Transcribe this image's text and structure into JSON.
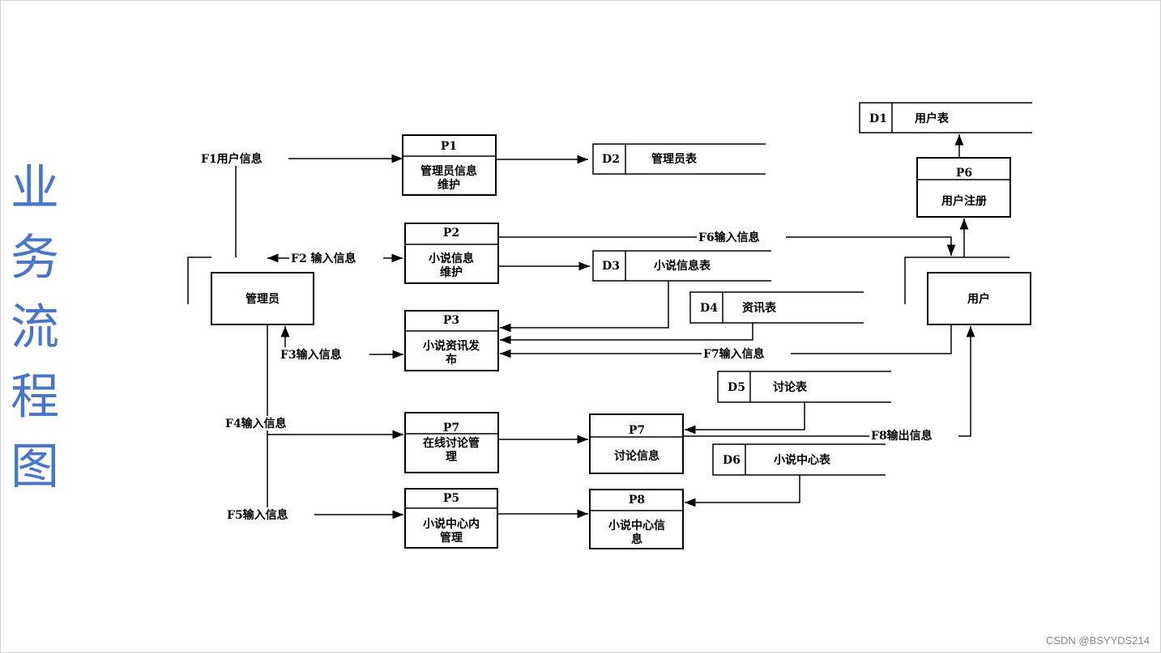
{
  "side_title": [
    "业",
    "务",
    "流",
    "程",
    "图"
  ],
  "watermark": "CSDN @BSYYDS214",
  "entities": {
    "admin": "管理员",
    "user": "用户"
  },
  "processes": {
    "p1": {
      "id": "P1",
      "line1": "管理员信息",
      "line2": "维护"
    },
    "p2": {
      "id": "P2",
      "line1": "小说信息",
      "line2": "维护"
    },
    "p3": {
      "id": "P3",
      "line1": "小说资讯发",
      "line2": "布"
    },
    "p7a": {
      "id": "P7",
      "line1": "在线讨论管",
      "line2": "理"
    },
    "p5": {
      "id": "P5",
      "line1": "小说中心内",
      "line2": "管理"
    },
    "p7b": {
      "id": "P7",
      "line1": "讨论信息",
      "line2": ""
    },
    "p8": {
      "id": "P8",
      "line1": "小说中心信",
      "line2": "息"
    },
    "p6": {
      "id": "P6",
      "line1": "用户注册",
      "line2": ""
    }
  },
  "stores": {
    "d1": {
      "id": "D1",
      "name": "用户表"
    },
    "d2": {
      "id": "D2",
      "name": "管理员表"
    },
    "d3": {
      "id": "D3",
      "name": "小说信息表"
    },
    "d4": {
      "id": "D4",
      "name": "资讯表"
    },
    "d5": {
      "id": "D5",
      "name": "讨论表"
    },
    "d6": {
      "id": "D6",
      "name": "小说中心表"
    }
  },
  "flows": {
    "f1": "F1用户信息",
    "f2": "F2 输入信息",
    "f3": "F3输入信息",
    "f4": "F4输入信息",
    "f5": "F5输入信息",
    "f6": "F6输入信息",
    "f7": "F7输入信息",
    "f8": "F8输出信息"
  }
}
